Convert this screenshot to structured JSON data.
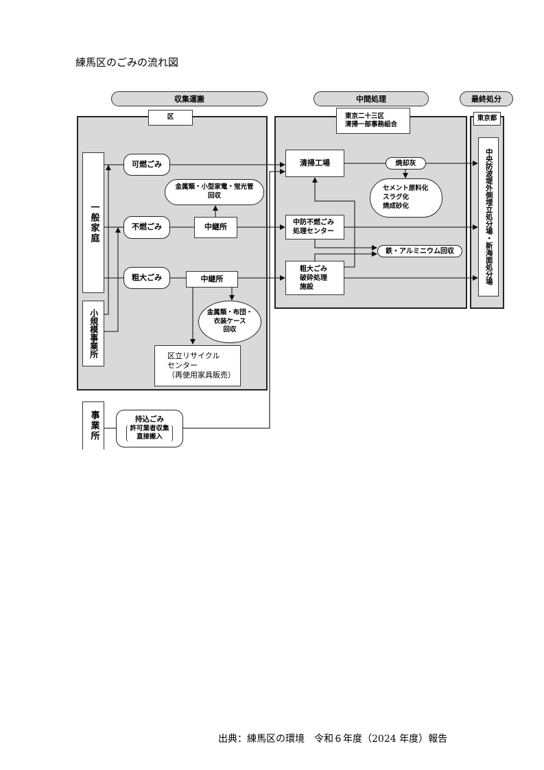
{
  "title": "練馬区のごみの流れ図",
  "footer": "出典：練馬区の環境　令和６年度（2024 年度）報告",
  "headers": {
    "collection": "収集運搬",
    "intermediate": "中間処理",
    "final": "最終処分"
  },
  "panels": {
    "ward_tab": "区",
    "association_tab": "東京二十三区\n清掃一部事務組合",
    "tokyo_tab": "東京都"
  },
  "sources": {
    "household": "一般家庭",
    "small_business": "小規模事業所",
    "business": "事業所"
  },
  "waste_types": {
    "burnable": "可燃ごみ",
    "non_burnable": "不燃ごみ",
    "oversized": "粗大ごみ",
    "brought_in": "持込ごみ",
    "brought_in_note": "許可業者収集\n直接搬入"
  },
  "relay": {
    "relay1": "中継所",
    "relay2": "中継所"
  },
  "recovery": {
    "metals_small_appliances": "金属類・小型家電・蛍光管\n回収",
    "metals_futon": "金属類・布団・\n衣装ケース\n回収",
    "recycle_center": "区立リサイクル\nセンター\n（再使用家具販売）",
    "iron_aluminum": "鉄・アルミニウム回収",
    "ash_reuse": "セメント原料化\nスラグ化\n焼成砂化"
  },
  "facilities": {
    "incineration": "清掃工場",
    "non_burnable_center": "中防不燃ごみ\n処理センター",
    "oversized_crushing": "粗大ごみ\n破砕処理\n施設",
    "ash": "焼却灰"
  },
  "landfill": "中央防波堤外側埋立処分場・新海面処分場"
}
